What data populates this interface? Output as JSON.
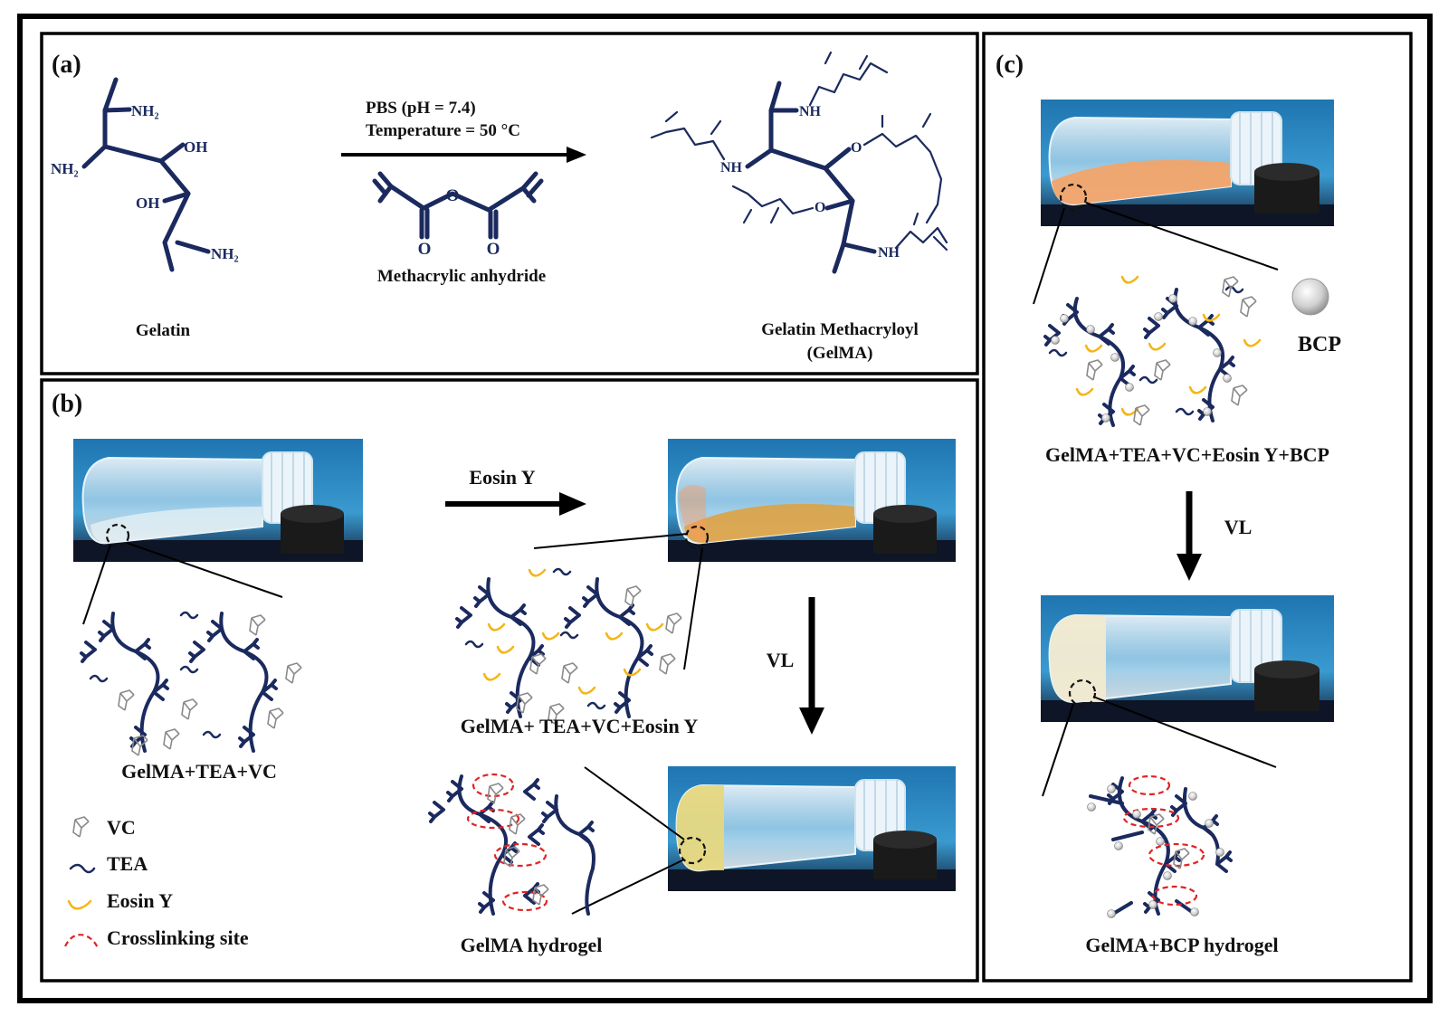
{
  "panels": {
    "a": {
      "label": "(a)",
      "gelatin": "Gelatin",
      "nh2": "NH₂",
      "oh": "OH",
      "conditions_1": "PBS (pH = 7.4)",
      "conditions_2": "Temperature = 50 °C",
      "reagent": "Methacrylic anhydride",
      "o": "O",
      "nh": "NH",
      "product_1": "Gelatin Methacryloyl",
      "product_2": "(GelMA)"
    },
    "b": {
      "label": "(b)",
      "eosin_arrow": "Eosin Y",
      "vl": "VL",
      "mix1": "GelMA+TEA+VC",
      "mix2": "GelMA+ TEA+VC+Eosin Y",
      "hydrogel": "GelMA hydrogel",
      "legend": {
        "vc": "VC",
        "tea": "TEA",
        "eosin": "Eosin Y",
        "cross": "Crosslinking site"
      }
    },
    "c": {
      "label": "(c)",
      "bcp": "BCP",
      "mix": "GelMA+TEA+VC+Eosin Y+BCP",
      "vl": "VL",
      "hydrogel": "GelMA+BCP hydrogel"
    }
  },
  "colors": {
    "chain": "#1b2a5e",
    "eosin": "#f4b617",
    "crosslink": "#e02424",
    "photo_bg": "#2a8cc2",
    "liquid_orange": "#f2a46a",
    "liquid_yellow": "#e8d77a",
    "liquid_cream": "#f1ead0"
  }
}
